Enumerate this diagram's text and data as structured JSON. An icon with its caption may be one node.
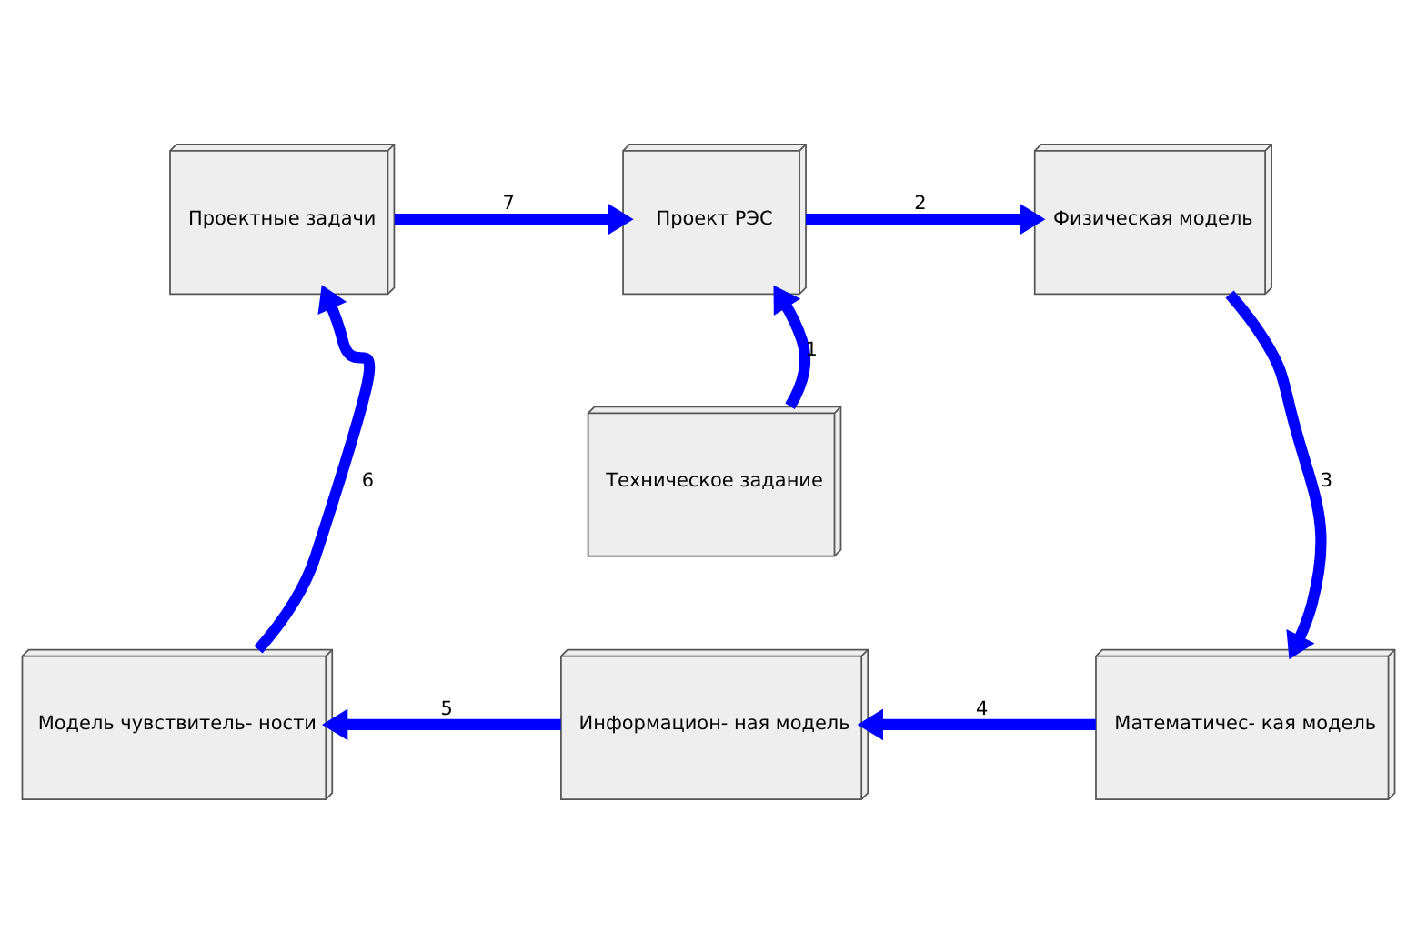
{
  "diagram": {
    "nodes": [
      {
        "text": [
          "Проектные задачи"
        ]
      },
      {
        "text": [
          "Проект РЭС"
        ]
      },
      {
        "text": [
          "Физическая модель"
        ]
      },
      {
        "text": [
          "Техническое задание"
        ]
      },
      {
        "text": [
          "Модель чувствитель- ности"
        ]
      },
      {
        "text": [
          "Информацион- ная модель"
        ]
      },
      {
        "text": [
          "Математичес- кая модель"
        ]
      }
    ],
    "edges": [
      {
        "from": 0,
        "to": 1,
        "arrow": "to",
        "label": "7"
      },
      {
        "from": 1,
        "to": 2,
        "arrow": "to",
        "label": "2"
      },
      {
        "from": 3,
        "to": 1,
        "arrow": "to",
        "label": "1"
      },
      {
        "from": 2,
        "to": 6,
        "arrow": "to",
        "label": "3"
      },
      {
        "from": 6,
        "to": 5,
        "arrow": "to",
        "label": "4"
      },
      {
        "from": 5,
        "to": 4,
        "arrow": "to",
        "label": "5"
      },
      {
        "from": 4,
        "to": 0,
        "arrow": "to",
        "label": "6"
      }
    ]
  }
}
